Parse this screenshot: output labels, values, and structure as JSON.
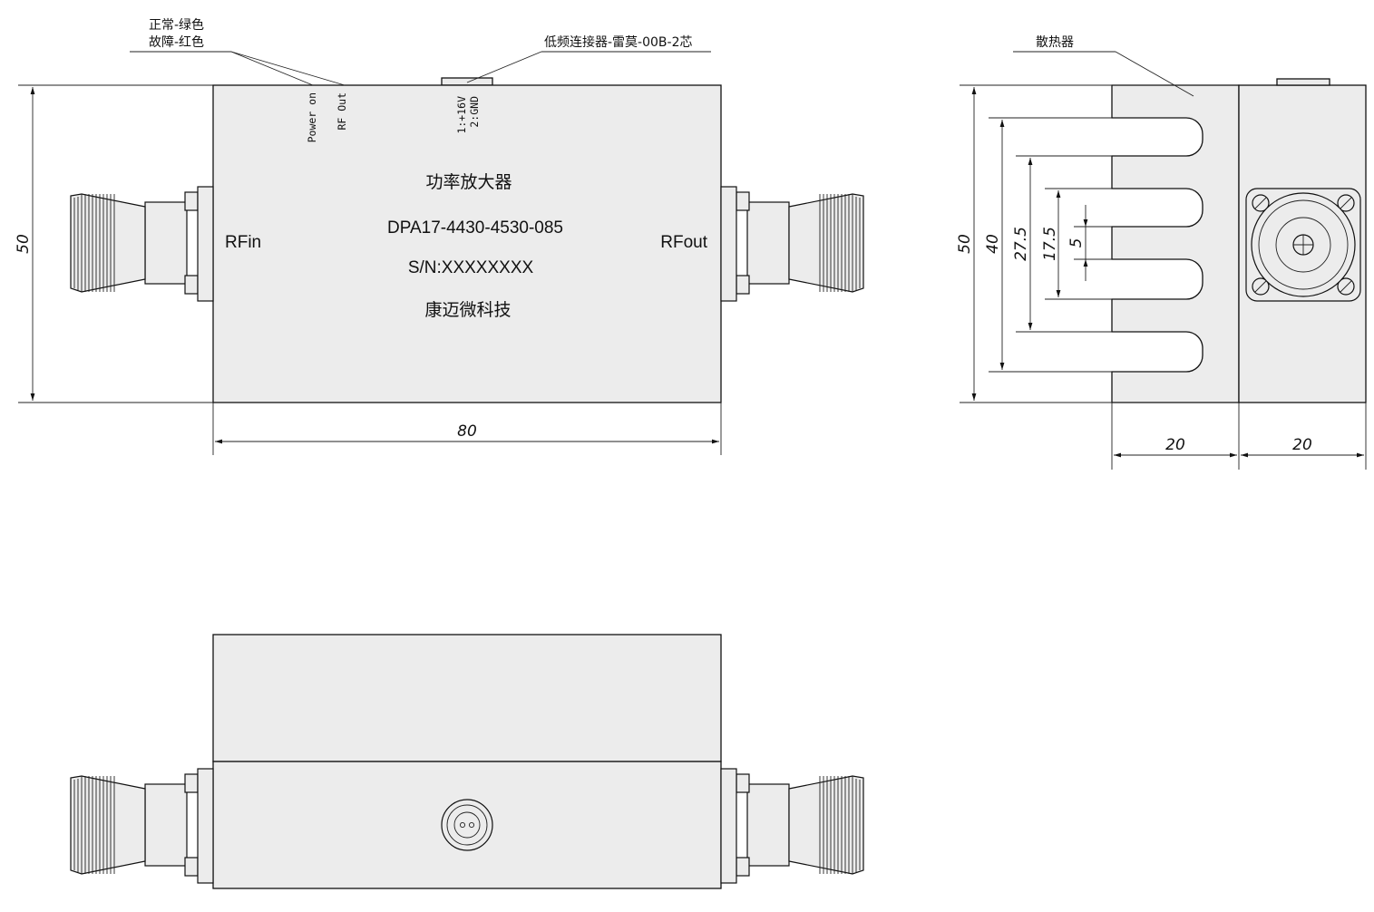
{
  "front_view": {
    "title_cn": "功率放大器",
    "model": "DPA17-4430-4530-085",
    "serial": "S/N:XXXXXXXX",
    "company": "康迈微科技",
    "port_in": "RFin",
    "port_out": "RFout",
    "led_label_power": "Power on",
    "led_label_rf": "RF Out",
    "led_note_line1": "正常-绿色",
    "led_note_line2": "故障-红色",
    "connector_note": "低频连接器-雷莫-00B-2芯",
    "pin_label_1": "1:+16V",
    "pin_label_2": "2:GND",
    "dim_width": "80",
    "dim_height": "50"
  },
  "side_view": {
    "heatsink_label": "散热器",
    "dim_height_total": "50",
    "dim_40": "40",
    "dim_27_5": "27.5",
    "dim_17_5": "17.5",
    "dim_5": "5",
    "dim_heatsink_width": "20",
    "dim_body_width": "20"
  }
}
